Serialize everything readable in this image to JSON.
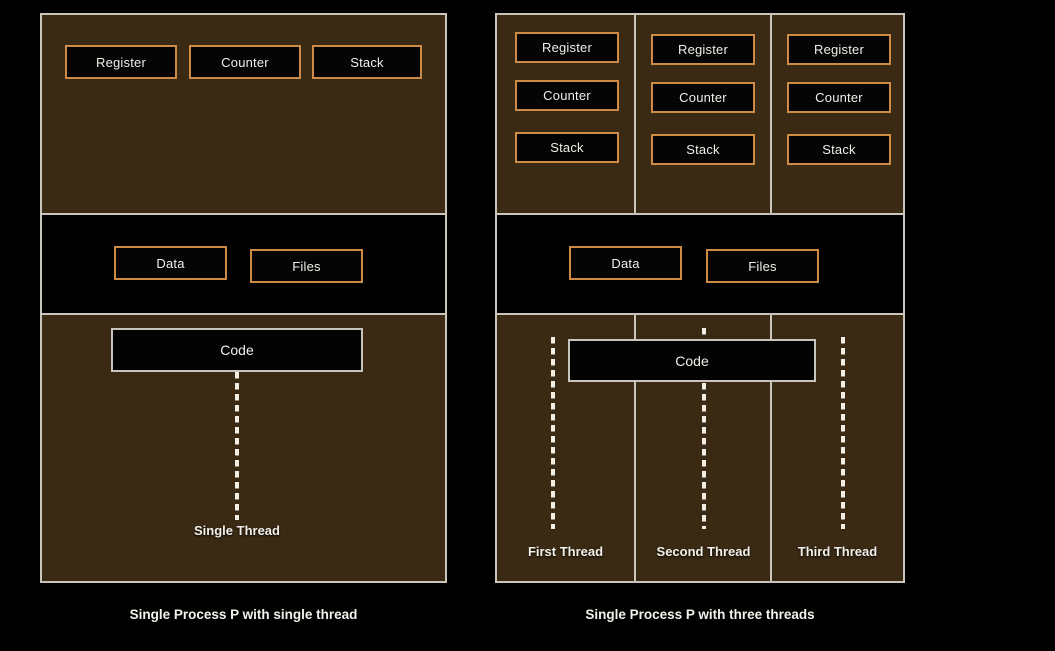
{
  "background_color": "#000000",
  "colors": {
    "panel_fill": "#3a2a14",
    "panel_border": "#c9c5bd",
    "box_border_orange": "#cd8b45",
    "box_fill": "#050505",
    "text": "#f4f1ea"
  },
  "left_diagram": {
    "caption": "Single Process P with single thread",
    "registers_section": {
      "boxes": [
        {
          "label": "Register"
        },
        {
          "label": "Counter"
        },
        {
          "label": "Stack"
        }
      ]
    },
    "data_section": {
      "boxes": [
        {
          "label": "Data"
        },
        {
          "label": "Files"
        }
      ]
    },
    "code_section": {
      "code_label": "Code",
      "thread_label": "Single Thread"
    }
  },
  "right_diagram": {
    "caption": "Single Process P with three threads",
    "columns": [
      {
        "boxes": [
          {
            "label": "Register"
          },
          {
            "label": "Counter"
          },
          {
            "label": "Stack"
          }
        ],
        "thread_label": "First Thread"
      },
      {
        "boxes": [
          {
            "label": "Register"
          },
          {
            "label": "Counter"
          },
          {
            "label": "Stack"
          }
        ],
        "thread_label": "Second Thread"
      },
      {
        "boxes": [
          {
            "label": "Register"
          },
          {
            "label": "Counter"
          },
          {
            "label": "Stack"
          }
        ],
        "thread_label": "Third Thread"
      }
    ],
    "data_section": {
      "boxes": [
        {
          "label": "Data"
        },
        {
          "label": "Files"
        }
      ]
    },
    "code_section": {
      "code_label": "Code"
    }
  }
}
